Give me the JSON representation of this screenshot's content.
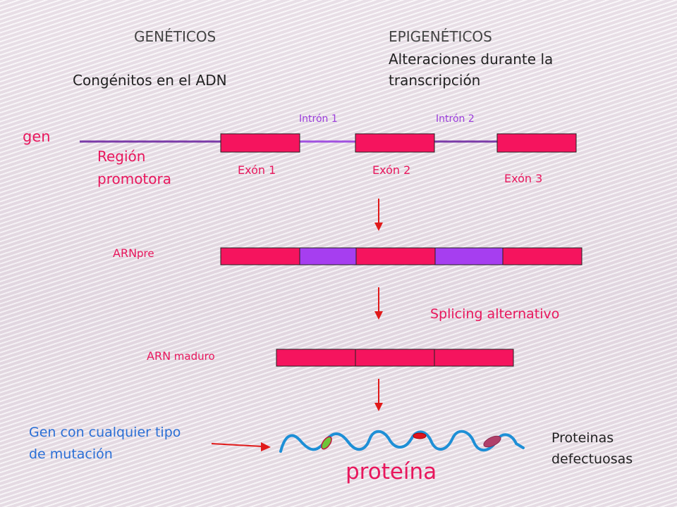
{
  "headings": {
    "geneticos": "GENÉTICOS",
    "epigeneticos": "EPIGENÉTICOS",
    "congenitos": "Congénitos en el ADN",
    "alteraciones_line1": "Alteraciones durante la",
    "alteraciones_line2": "transcripción"
  },
  "gene": {
    "label": "gen",
    "promoter_line1": "Región",
    "promoter_line2": "promotora",
    "exons": [
      "Exón 1",
      "Exón 2",
      "Exón 3"
    ],
    "introns": [
      "Intrón 1",
      "Intrón 2"
    ]
  },
  "rna": {
    "pre_a": "ARN",
    "pre_b": "pre",
    "splicing": "Splicing alternativo",
    "mature_a": "ARN",
    "mature_b": " maduro"
  },
  "protein": {
    "mutation_line1": "Gen con cualquier tipo",
    "mutation_line2": "de mutación",
    "label": "proteína",
    "defective_line1": "Proteinas",
    "defective_line2": "defectuosas"
  },
  "colors": {
    "exon": "#f5145e",
    "intron_block": "#a63ef0",
    "gene_line": "#7a3aa8",
    "arrow": "#e01a1a",
    "protein_chain": "#1e8fd6"
  }
}
